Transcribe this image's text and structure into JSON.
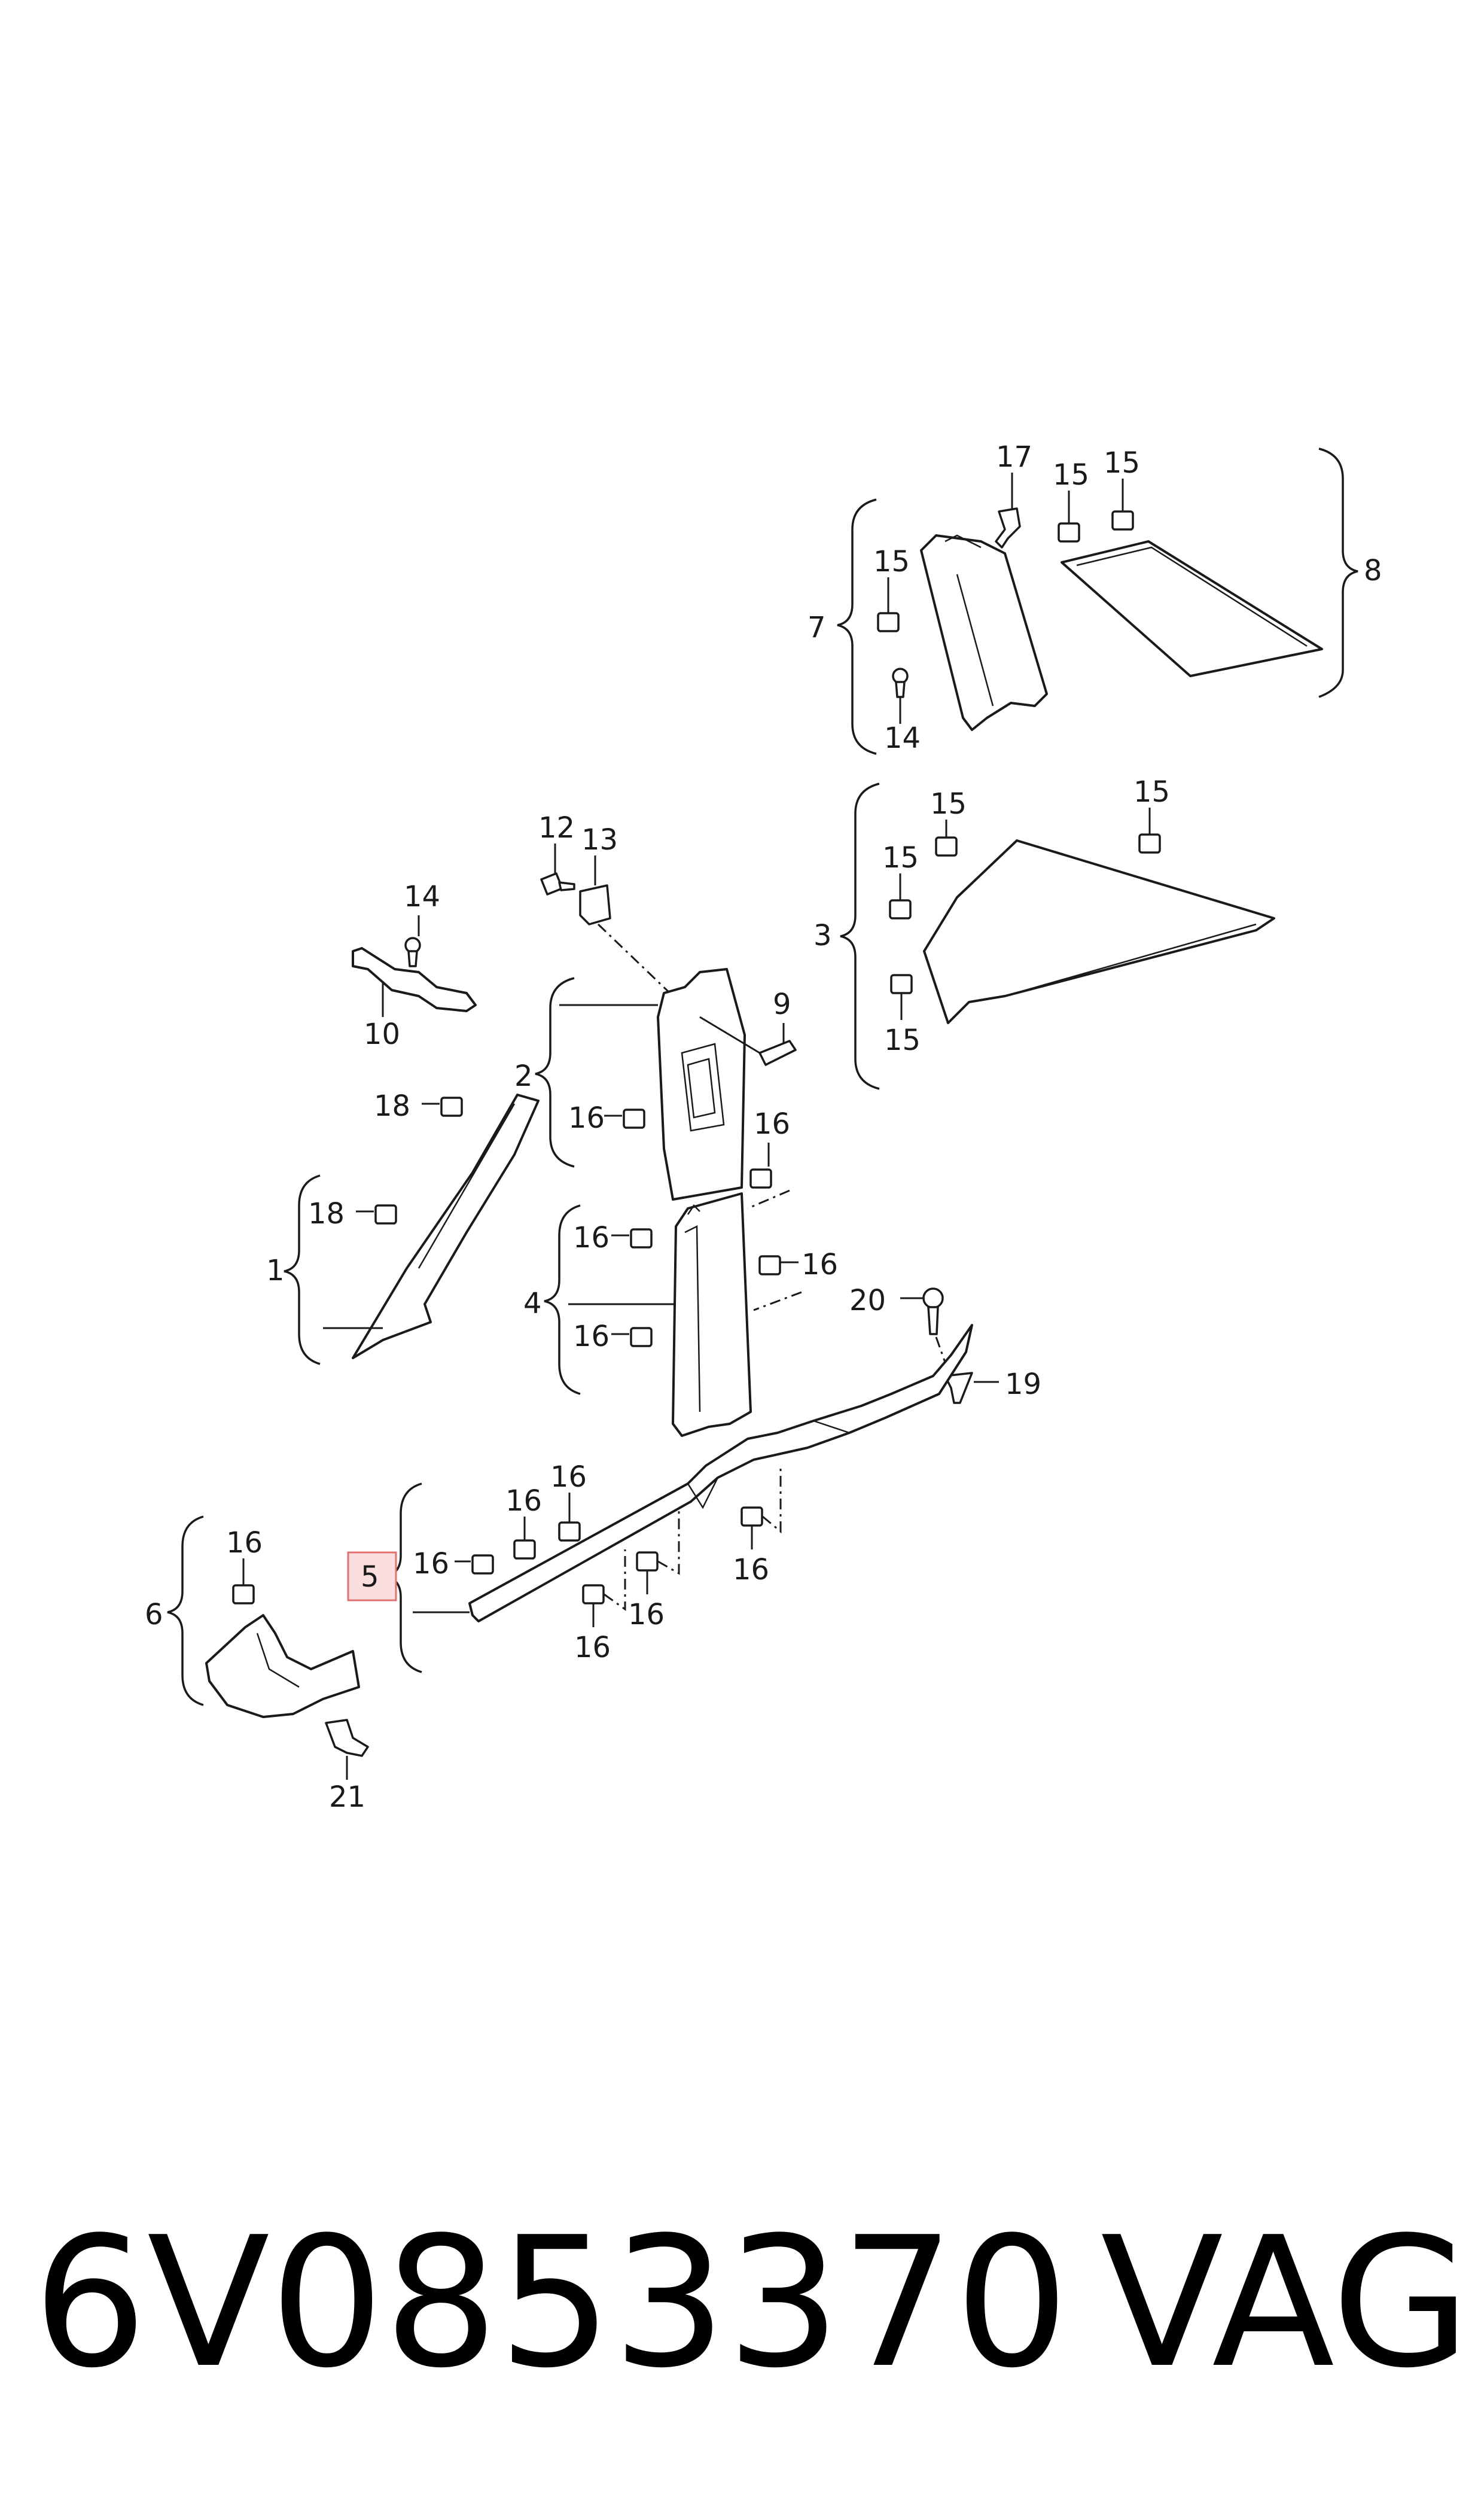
{
  "callouts": {
    "c1": "1",
    "c2": "2",
    "c3": "3",
    "c4": "4",
    "c5": "5",
    "c6": "6",
    "c7": "7",
    "c8": "8",
    "c9": "9",
    "c10": "10",
    "c12": "12",
    "c13": "13",
    "c14a": "14",
    "c14b": "14",
    "c15a": "15",
    "c15b": "15",
    "c15c": "15",
    "c15d": "15",
    "c15e": "15",
    "c15f": "15",
    "c15g": "15",
    "c16a": "16",
    "c16b": "16",
    "c16c": "16",
    "c16d": "16",
    "c16e": "16",
    "c16f": "16",
    "c16g": "16",
    "c16h": "16",
    "c16i": "16",
    "c16j": "16",
    "c16k": "16",
    "c16l": "16",
    "c17": "17",
    "c18a": "18",
    "c18b": "18",
    "c19": "19",
    "c20": "20",
    "c21": "21"
  },
  "highlighted_callout": "5",
  "highlight_color": "#fbdfdf",
  "footer": {
    "part_number": "6V0853370",
    "brand": "VAG"
  }
}
